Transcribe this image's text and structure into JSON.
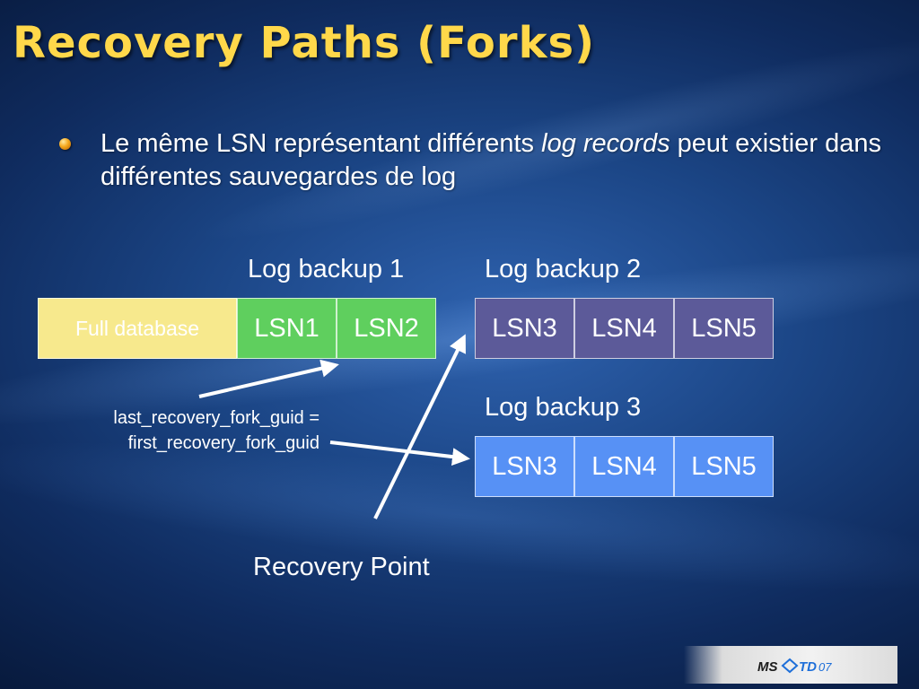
{
  "slide": {
    "title": "Recovery Paths (Forks)",
    "bullet": {
      "part1": "Le même LSN représentant différents ",
      "italic": "log records",
      "part2": " peut existier dans différentes sauvegardes de log"
    }
  },
  "diagram": {
    "log_backup_1_label": "Log backup 1",
    "log_backup_2_label": "Log backup 2",
    "log_backup_3_label": "Log backup 3",
    "full_database_label": "Full database",
    "backup1_cells": [
      "LSN1",
      "LSN2"
    ],
    "backup2_cells": [
      "LSN3",
      "LSN4",
      "LSN5"
    ],
    "backup3_cells": [
      "LSN3",
      "LSN4",
      "LSN5"
    ],
    "guid_line1": "last_recovery_fork_guid =",
    "guid_line2": "first_recovery_fork_guid",
    "recovery_point_label": "Recovery Point"
  },
  "colors": {
    "title": "#ffd84a",
    "full_database": "#f7e98d",
    "backup1": "#5fcf5e",
    "backup2": "#5c5a99",
    "backup3": "#5791f5"
  },
  "logo": {
    "text_ms": "MS",
    "text_td": "TD",
    "text_year": "07"
  }
}
